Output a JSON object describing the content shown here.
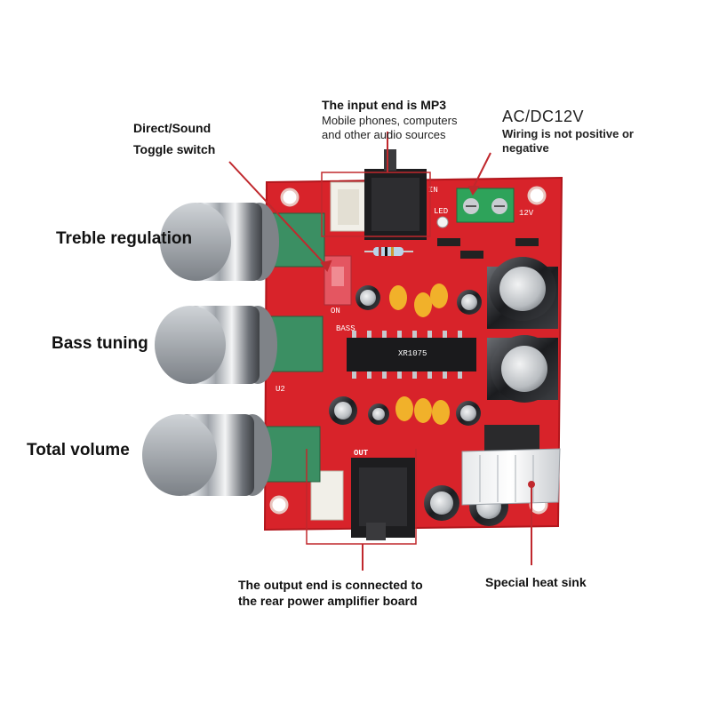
{
  "labels": {
    "direct_sound_1": "Direct/Sound",
    "direct_sound_2": "Toggle switch",
    "treble": "Treble regulation",
    "bass": "Bass tuning",
    "volume": "Total volume",
    "input_title": "The input end is MP3",
    "input_sub_1": "Mobile phones, computers",
    "input_sub_2": "and other audio sources",
    "power_title": "AC/DC12V",
    "power_sub_1": "Wiring is not positive or",
    "power_sub_2": "negative",
    "output_1": "The output end is connected to",
    "output_2": "the rear power amplifier board",
    "heatsink": "Special heat sink"
  },
  "board_marks": {
    "ic": "XR1075",
    "out": "OUT",
    "in": "IN",
    "bass": "BASS",
    "v12": "12V",
    "led": "LED",
    "on": "ON",
    "u2": "U2"
  },
  "colors": {
    "pcb_red": "#d8232a",
    "pcb_edge": "#b2161c",
    "annotation_line": "#c0282d",
    "knob_metal": "#b8bcc2",
    "pot_green": "#3b8f63"
  }
}
